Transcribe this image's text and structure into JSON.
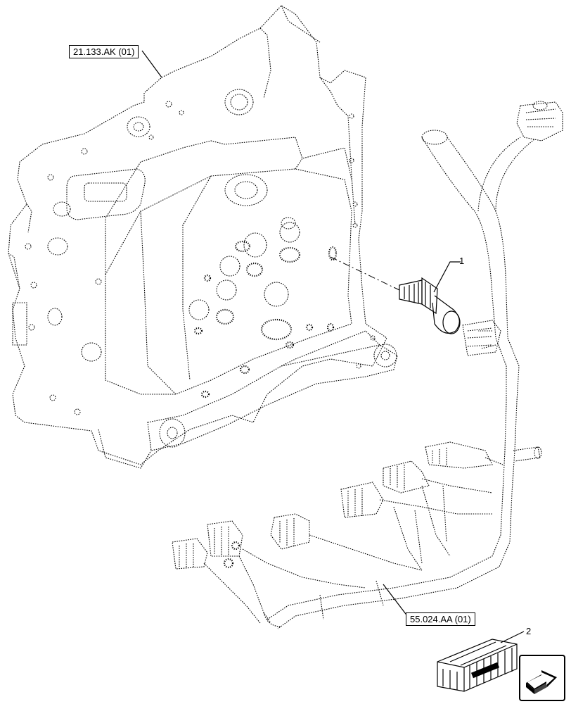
{
  "references": {
    "ref_top": "21.133.AK (01)",
    "ref_bottom": "55.024.AA (01)"
  },
  "callouts": {
    "item_1": "1",
    "item_2": "2"
  },
  "icons": {
    "navigation": "next-page-arrow-icon"
  },
  "colors": {
    "line": "#000000",
    "background": "#ffffff"
  }
}
